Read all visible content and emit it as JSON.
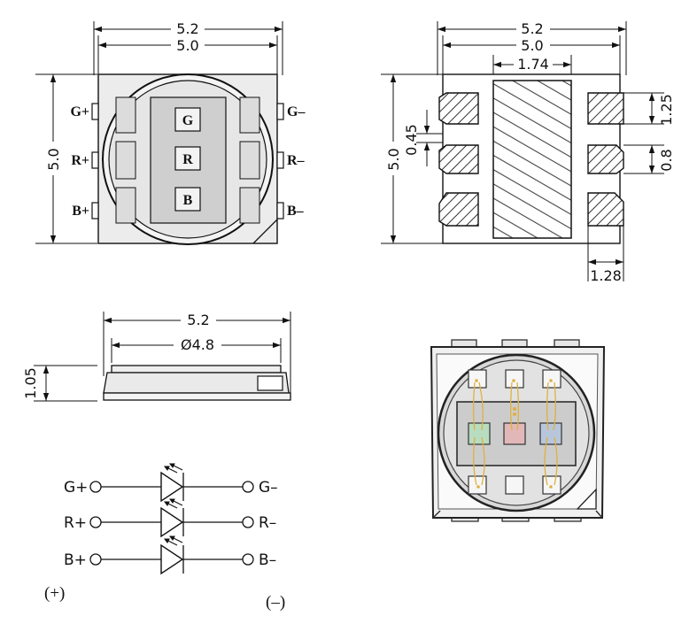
{
  "top_view": {
    "width_outer": "5.2",
    "width_inner": "5.0",
    "height": "5.0",
    "pins_left": [
      "G+",
      "R+",
      "B+"
    ],
    "pins_right": [
      "G–",
      "R–",
      "B–"
    ],
    "chips": [
      "G",
      "R",
      "B"
    ]
  },
  "bottom_view": {
    "width_outer": "5.2",
    "width_inner": "5.0",
    "center_pad_width": "1.74",
    "height": "5.0",
    "pad_gap": "0.45",
    "pad_height_top": "1.25",
    "pad_height_mid": "0.8",
    "pad_width": "1.28"
  },
  "side_view": {
    "width": "5.2",
    "lens_diameter": "Ø4.8",
    "height": "1.05"
  },
  "schematic": {
    "rows": [
      {
        "anode": "G+",
        "cathode": "G–"
      },
      {
        "anode": "R+",
        "cathode": "R–"
      },
      {
        "anode": "B+",
        "cathode": "B–"
      }
    ],
    "plus_label": "(+)",
    "minus_label": "(–)"
  },
  "colors": {
    "body_fill": "#eaeaea",
    "cavity_fill": "#cfcfcf",
    "chip_g": "#b8dcc0",
    "chip_r": "#e2b7b8",
    "chip_b": "#b8c6dc",
    "wire": "#e0b040"
  }
}
